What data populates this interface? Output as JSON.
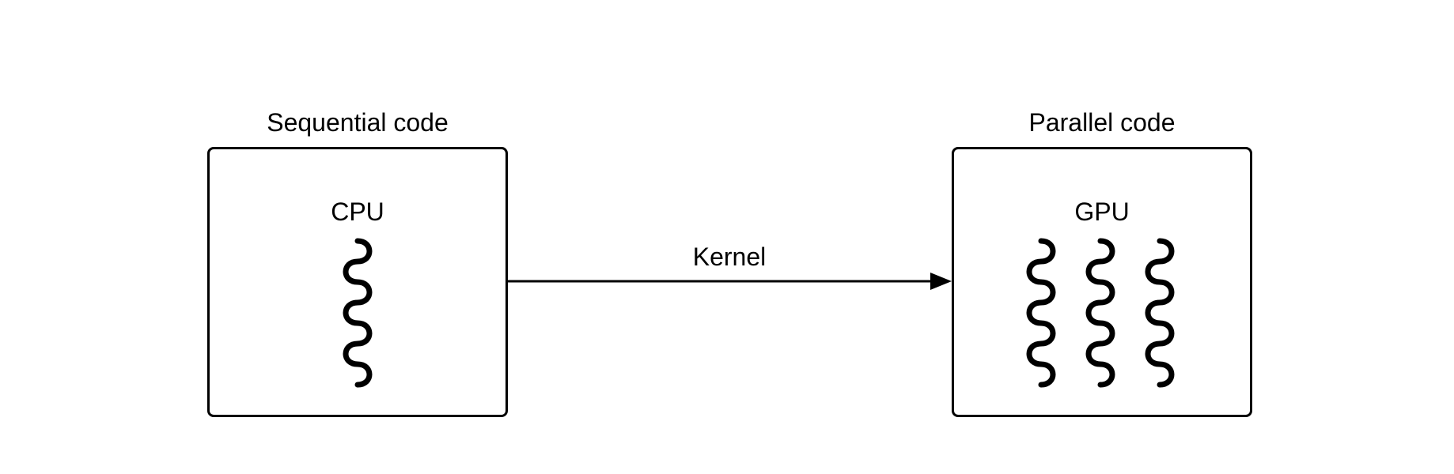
{
  "left_node": {
    "title": "Sequential code",
    "processor": "CPU",
    "thread_icon": "wavy-thread-icon"
  },
  "right_node": {
    "title": "Parallel code",
    "processor": "GPU",
    "thread_icon": "wavy-thread-icon"
  },
  "edge": {
    "label": "Kernel",
    "from": "Sequential code",
    "to": "Parallel code"
  },
  "colors": {
    "stroke": "#000000",
    "background": "#ffffff"
  }
}
